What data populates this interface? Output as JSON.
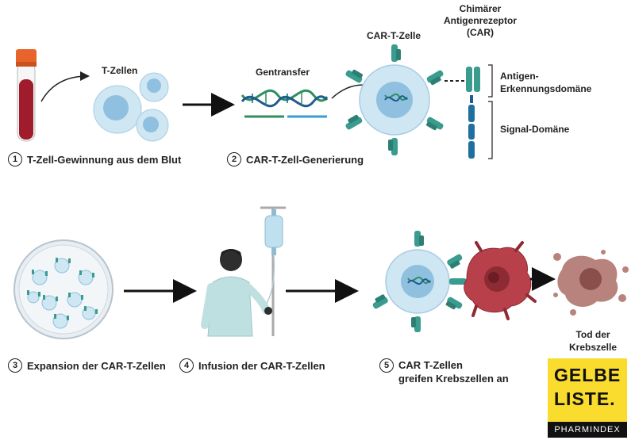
{
  "labels": {
    "t_cells": "T-Zellen",
    "gene_transfer": "Gentransfer",
    "car_t_cell": "CAR-T-Zelle",
    "car_title": [
      "Chimärer",
      "Antigenrezeptor",
      "(CAR)"
    ],
    "antigen_domain": [
      "Antigen-",
      "Erkennungsdomäne"
    ],
    "signal_domain": "Signal-Domäne",
    "death": [
      "Tod der",
      "Krebszelle"
    ]
  },
  "steps": [
    {
      "num": "1",
      "text": "T-Zell-Gewinnung aus dem Blut"
    },
    {
      "num": "2",
      "text": "CAR-T-Zell-Generierung"
    },
    {
      "num": "3",
      "text": "Expansion der CAR-T-Zellen"
    },
    {
      "num": "4",
      "text": "Infusion der CAR-T-Zellen"
    },
    {
      "num": "5",
      "text": [
        "CAR T-Zellen",
        "greifen Krebszellen an"
      ]
    }
  ],
  "logo": {
    "line1": "GELBE",
    "line2": "LISTE.",
    "bar": "PHARMINDEX"
  },
  "colors": {
    "blood": "#a01c2c",
    "cap": "#e8642a",
    "cell_fill": "#cfe6f3",
    "cell_nucleus": "#8fc0df",
    "receptor": "#3a9c8e",
    "cancer": "#b8404b",
    "dead_cell": "#b9837d",
    "logo_yellow": "#f9dc2e",
    "arrow": "#111111"
  }
}
